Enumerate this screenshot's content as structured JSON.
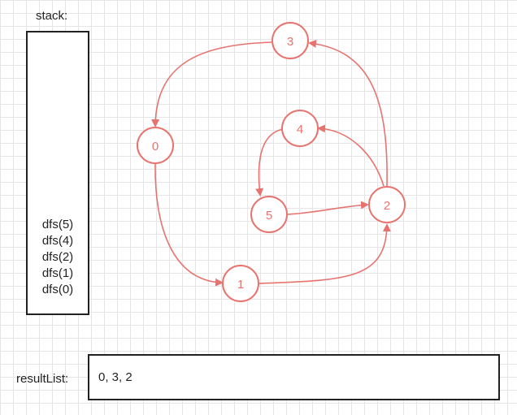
{
  "stack": {
    "label": "stack:",
    "frames": [
      "dfs(5)",
      "dfs(4)",
      "dfs(2)",
      "dfs(1)",
      "dfs(0)"
    ]
  },
  "result": {
    "label": "resultList:",
    "value": "0, 3, 2"
  },
  "graph": {
    "colors": {
      "node_stroke": "#e8736e",
      "node_text": "#e8736e",
      "edge": "#e8736e"
    },
    "nodes": [
      {
        "id": "0",
        "label": "0"
      },
      {
        "id": "1",
        "label": "1"
      },
      {
        "id": "2",
        "label": "2"
      },
      {
        "id": "3",
        "label": "3"
      },
      {
        "id": "4",
        "label": "4"
      },
      {
        "id": "5",
        "label": "5"
      }
    ],
    "edges": [
      {
        "from": "3",
        "to": "0"
      },
      {
        "from": "0",
        "to": "1"
      },
      {
        "from": "1",
        "to": "2"
      },
      {
        "from": "2",
        "to": "3"
      },
      {
        "from": "2",
        "to": "4"
      },
      {
        "from": "4",
        "to": "5"
      },
      {
        "from": "5",
        "to": "2"
      }
    ]
  }
}
